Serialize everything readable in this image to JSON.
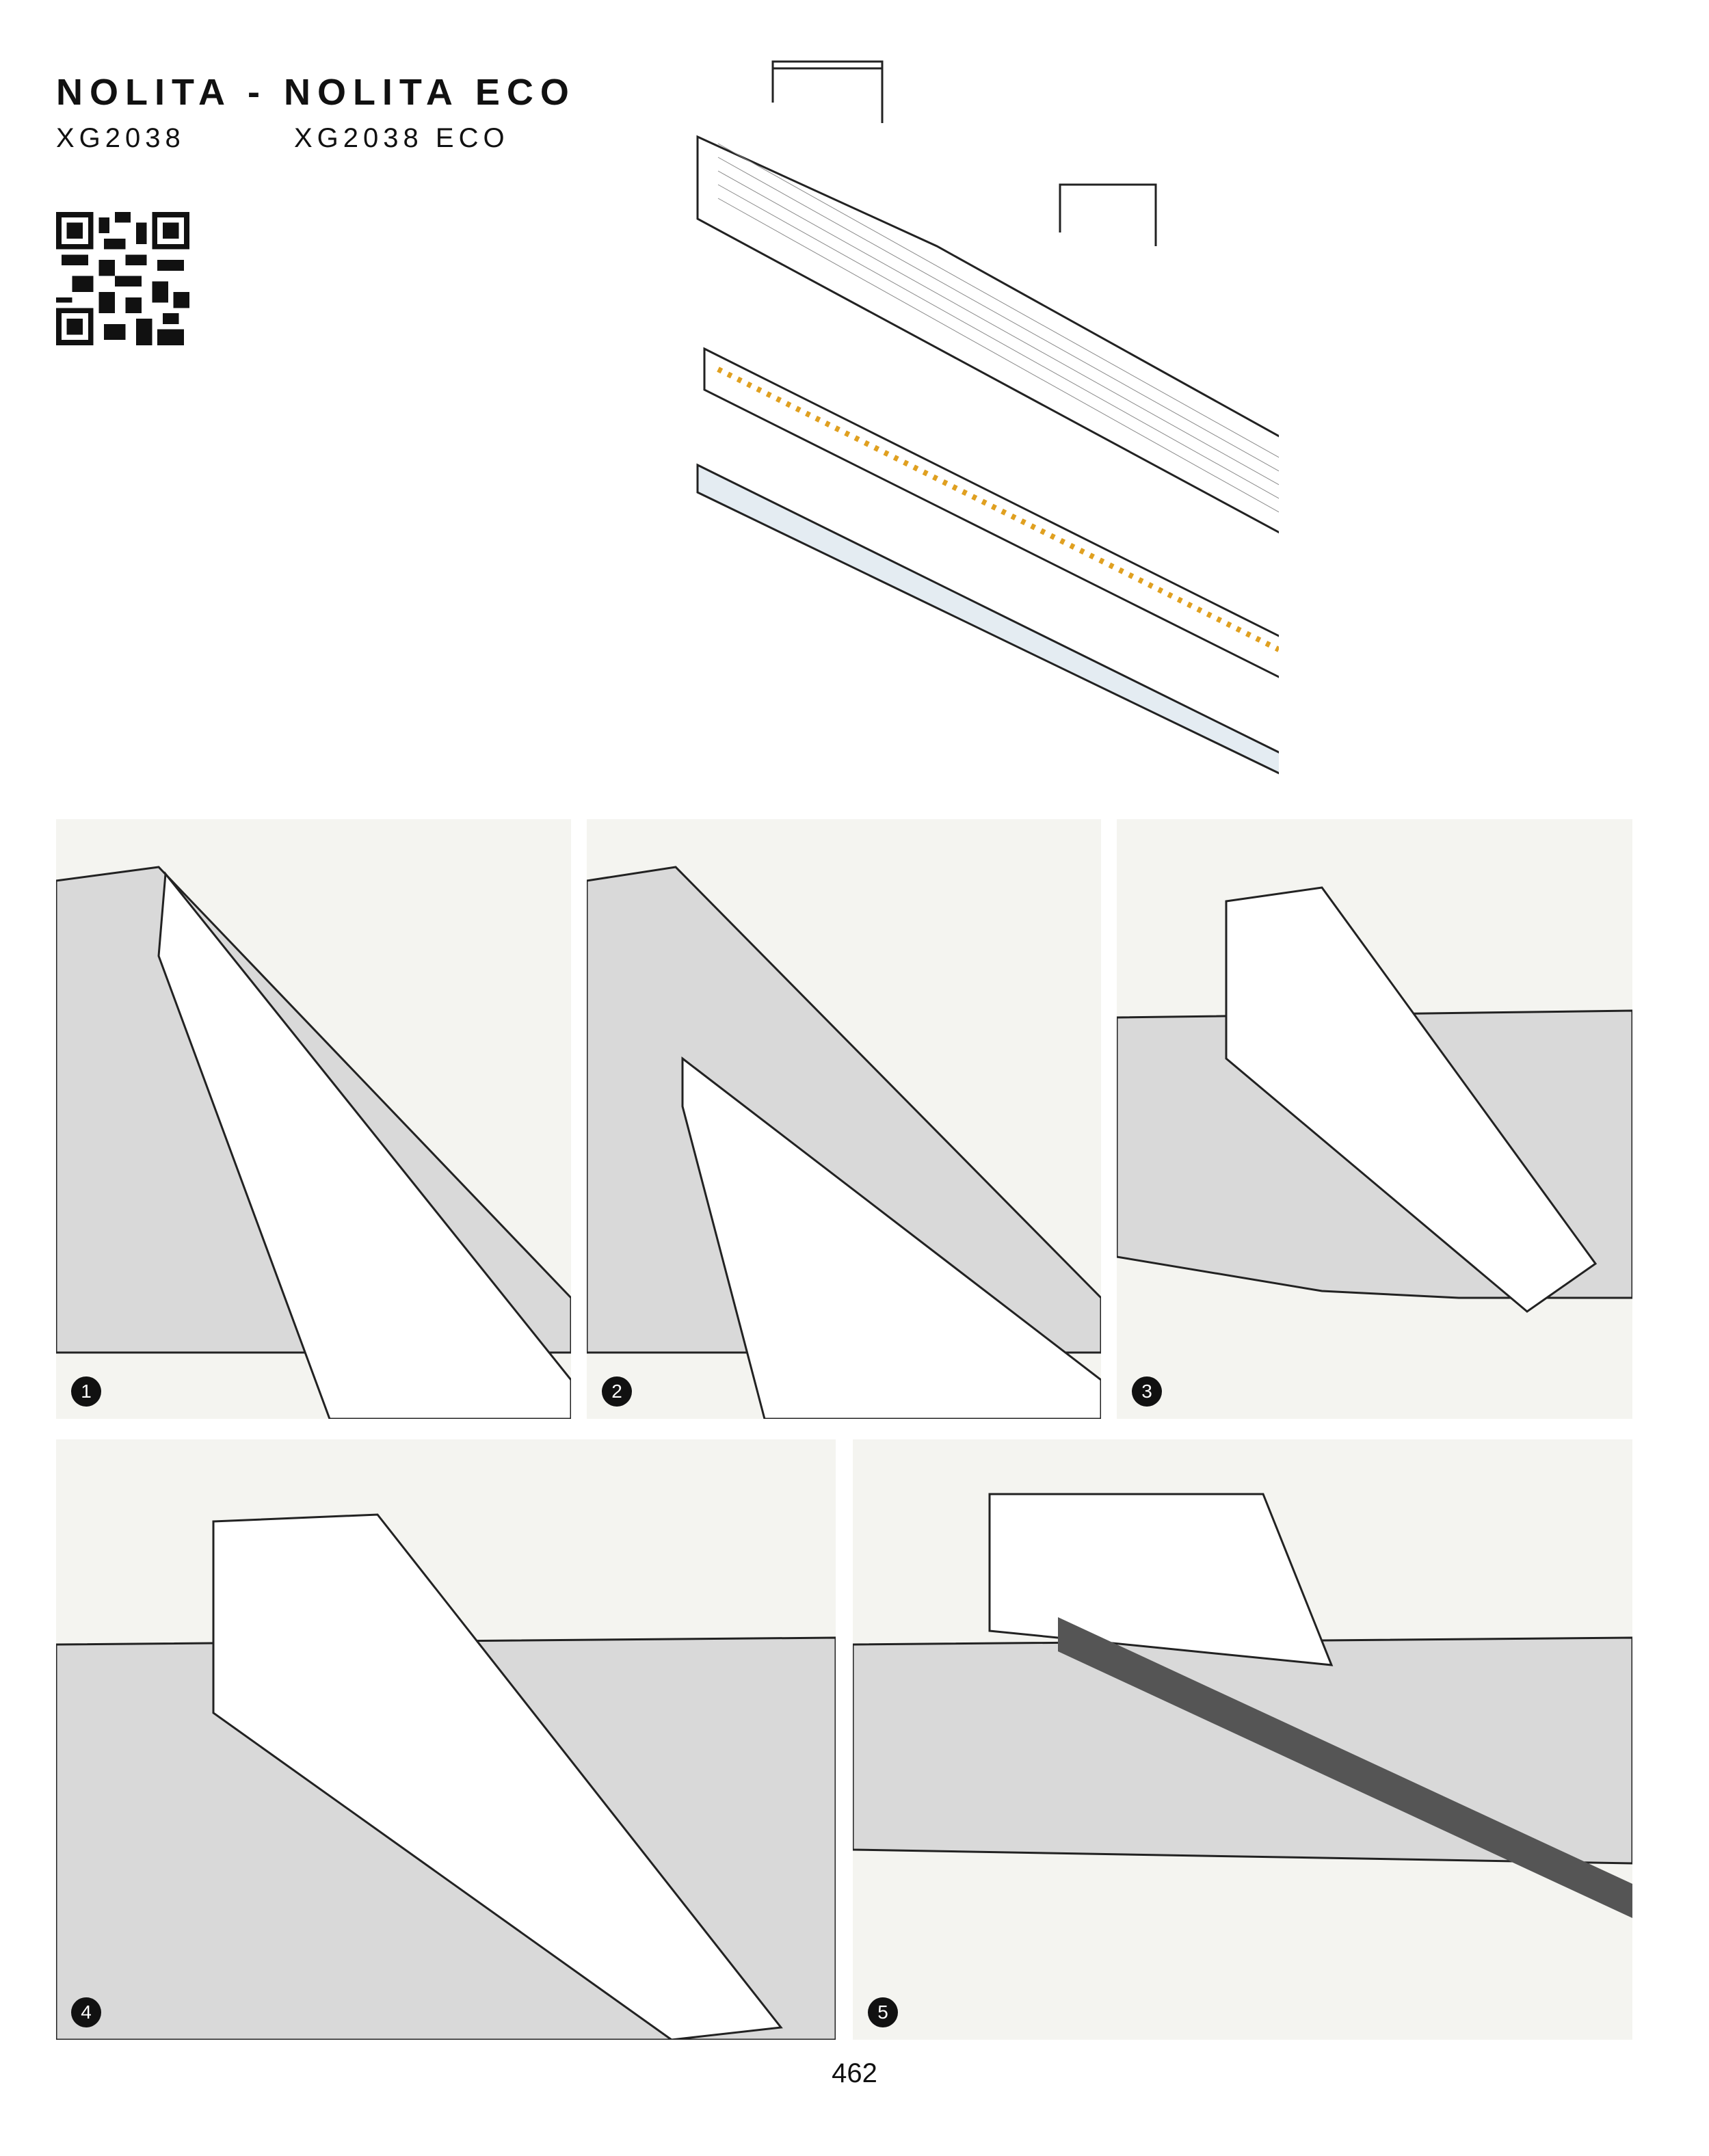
{
  "header": {
    "title": "NOLITA - NOLITA ECO",
    "code_left": "XG2038",
    "code_right": "XG2038 ECO"
  },
  "steps": [
    {
      "number": "1"
    },
    {
      "number": "2"
    },
    {
      "number": "3"
    },
    {
      "number": "4"
    },
    {
      "number": "5"
    }
  ],
  "footer": {
    "page_number": "462"
  },
  "colors": {
    "panel_bg": "#f4f4f0",
    "ceiling": "#d9d9d9",
    "led": "#e0a020",
    "diffuser": "#e4ecf2"
  }
}
